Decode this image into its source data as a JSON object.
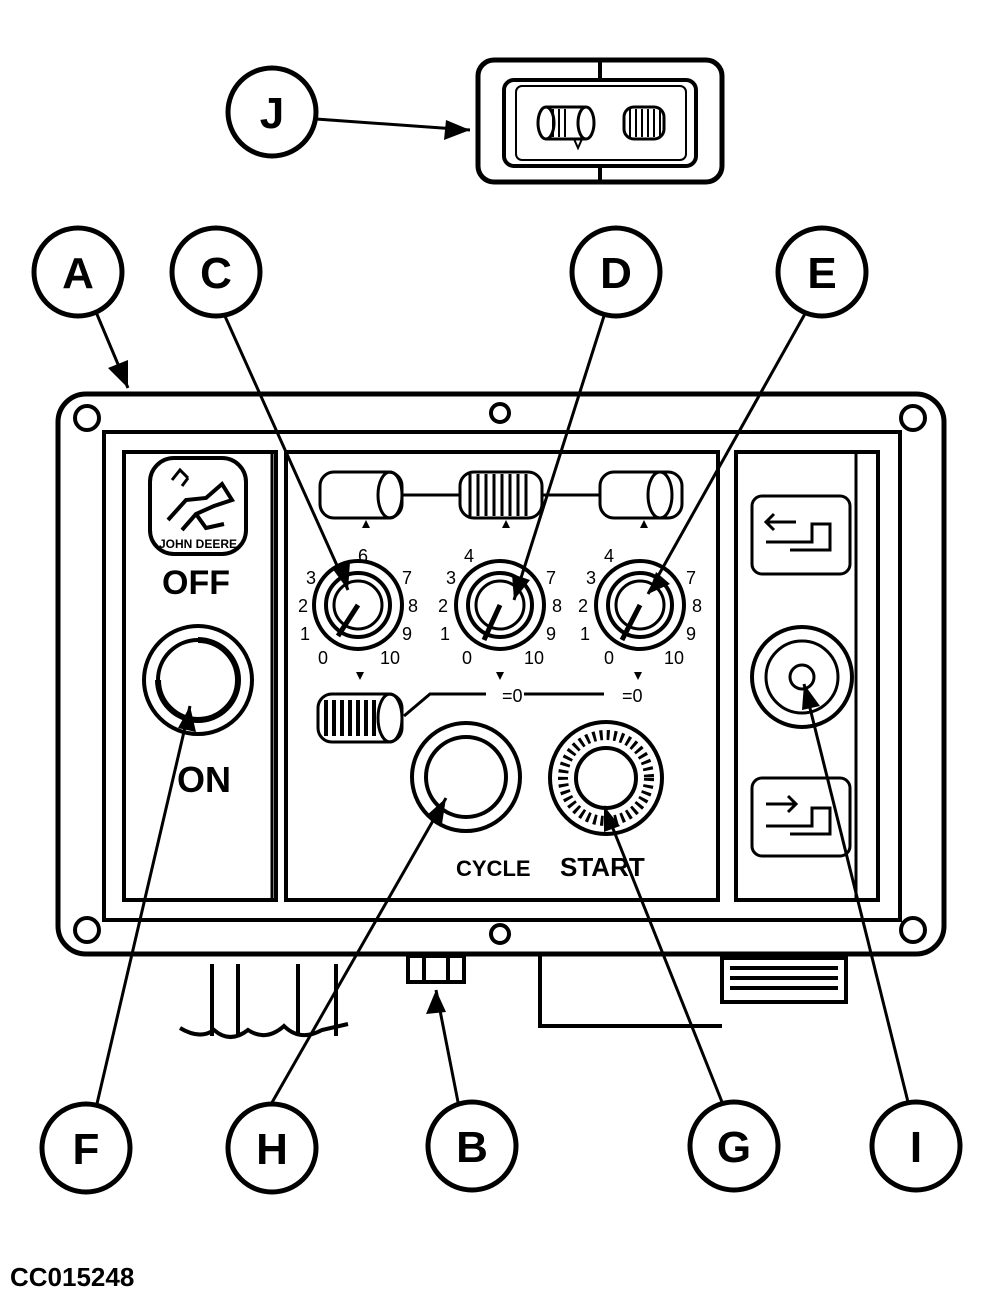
{
  "figure_id": "CC015248",
  "callouts": {
    "A": "A",
    "B": "B",
    "C": "C",
    "D": "D",
    "E": "E",
    "F": "F",
    "G": "G",
    "H": "H",
    "I": "I",
    "J": "J"
  },
  "panel": {
    "logo_text": "JOHN DEERE",
    "off_label": "OFF",
    "on_label": "ON",
    "cycle_label": "CYCLE",
    "start_label": "START",
    "dial_numbers_left": [
      "3",
      "2",
      "1",
      "0"
    ],
    "dial_numbers_top": [
      "6"
    ],
    "dial_numbers_right": [
      "7",
      "8",
      "9",
      "10"
    ],
    "dial_numbers_mid": [
      "4",
      "3",
      "2",
      "1",
      "0"
    ],
    "zero_label": "=0"
  },
  "icons": {
    "switch_rocker": "rocker-switch-icon",
    "roller_plain": "roller-plain-icon",
    "roller_ribbed": "roller-ribbed-icon",
    "roller_textured": "roller-textured-icon",
    "logo": "john-deere-deer-icon",
    "arrow_left_machine": "arrow-left-machine-icon",
    "arrow_right_machine": "arrow-right-machine-icon"
  }
}
